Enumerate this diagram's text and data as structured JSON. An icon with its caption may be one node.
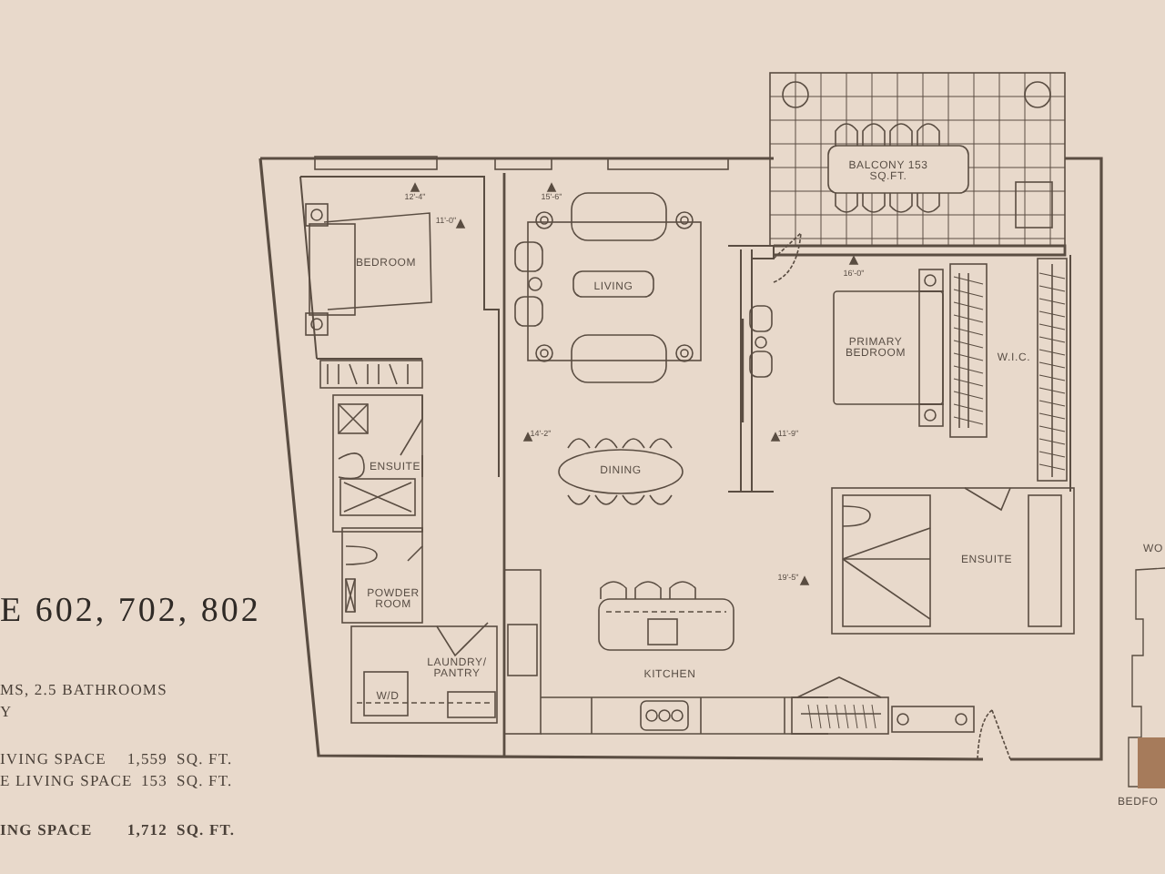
{
  "diagram": {
    "title": "E 602, 702, 802",
    "labels": [
      "BEDROOM",
      "LIVING",
      "DINING",
      "ENSUITE",
      "POWDER ROOM",
      "LAUNDRY/ PANTRY",
      "W/D",
      "KITCHEN",
      "BALCONY 153 SQ.FT.",
      "PRIMARY BEDROOM",
      "W.I.C.",
      "ENSUITE",
      "12'-4\"",
      "11'-0\"",
      "15'-6\"",
      "14'-2\"",
      "11'-9\"",
      "16'-0\"",
      "19'-5\"",
      "MS, 2.5 BATHROOMS",
      "Y",
      "IVING SPACE",
      "1,559",
      "SQ. FT.",
      "E LIVING SPACE",
      "153",
      "SQ. FT.",
      "ING SPACE",
      "1,712",
      "SQ. FT.",
      "WO",
      "BEDFO"
    ]
  }
}
